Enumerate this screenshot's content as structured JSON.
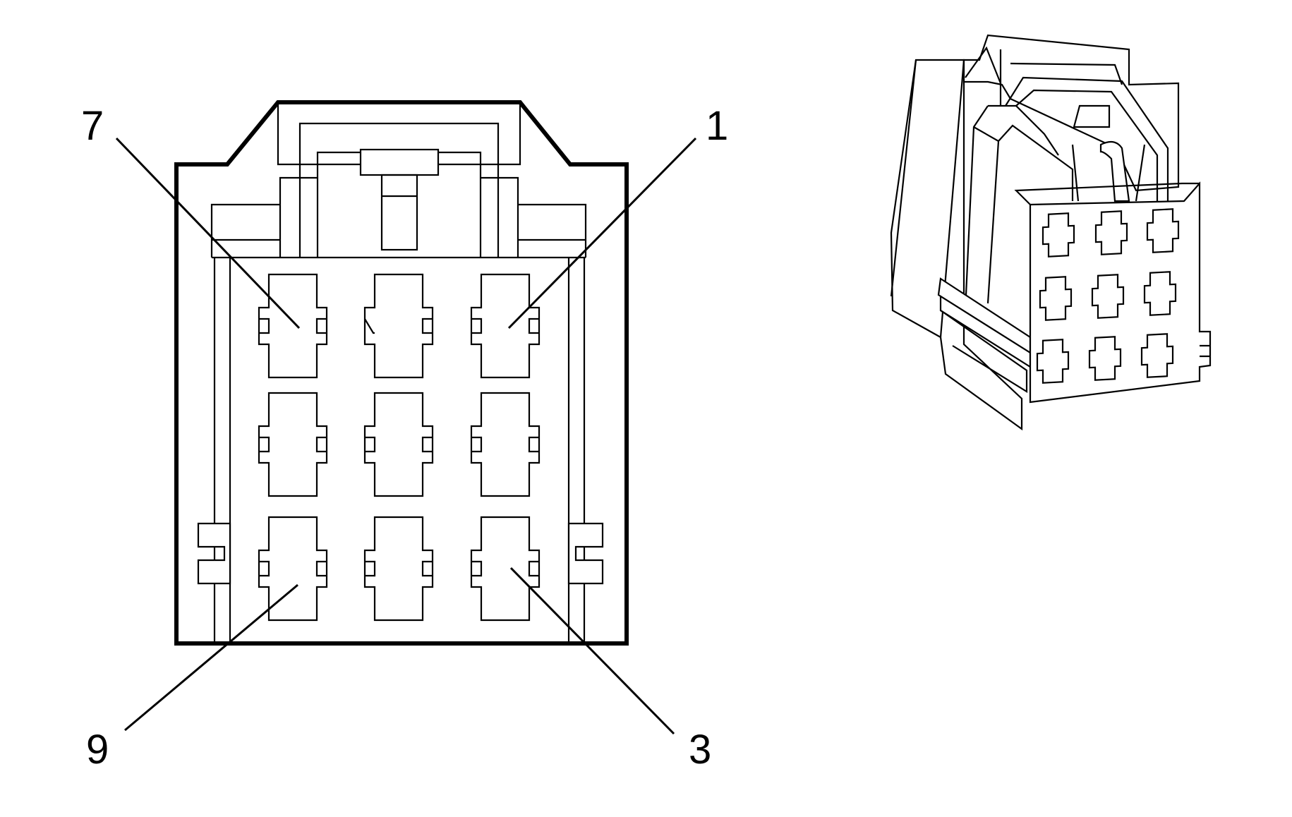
{
  "diagram": {
    "labels": [
      {
        "id": "pin-7",
        "text": "7"
      },
      {
        "id": "pin-1",
        "text": "1"
      },
      {
        "id": "pin-9",
        "text": "9"
      },
      {
        "id": "pin-3",
        "text": "3"
      }
    ],
    "front_view_cavities": {
      "rows": 3,
      "cols": 3
    },
    "iso_view_cavities": {
      "rows": 3,
      "cols": 3
    }
  }
}
